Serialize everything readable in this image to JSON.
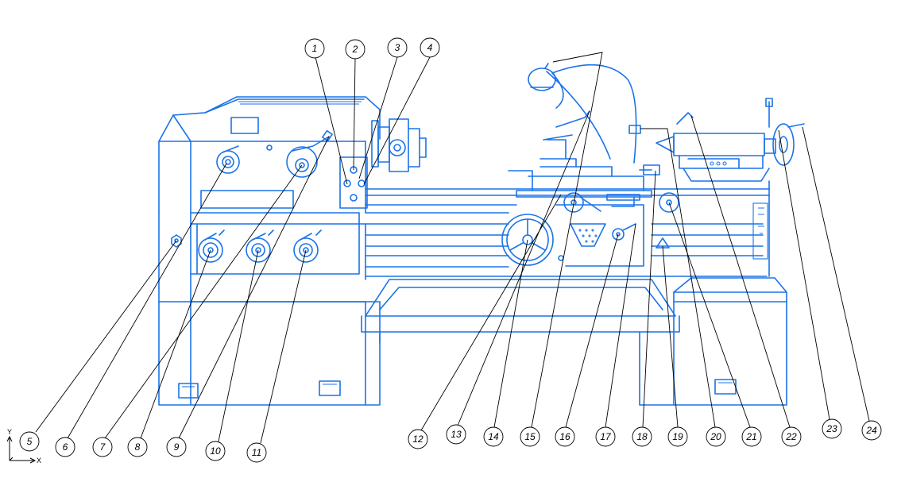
{
  "callouts": [
    "1",
    "2",
    "3",
    "4",
    "5",
    "6",
    "7",
    "8",
    "9",
    "10",
    "11",
    "12",
    "13",
    "14",
    "15",
    "16",
    "17",
    "18",
    "19",
    "20",
    "21",
    "22",
    "23",
    "24"
  ],
  "axes": {
    "x_label": "X",
    "y_label": "Y"
  },
  "colors": {
    "drawing": "#1a73e8",
    "leaders": "#000000",
    "background": "#ffffff"
  }
}
